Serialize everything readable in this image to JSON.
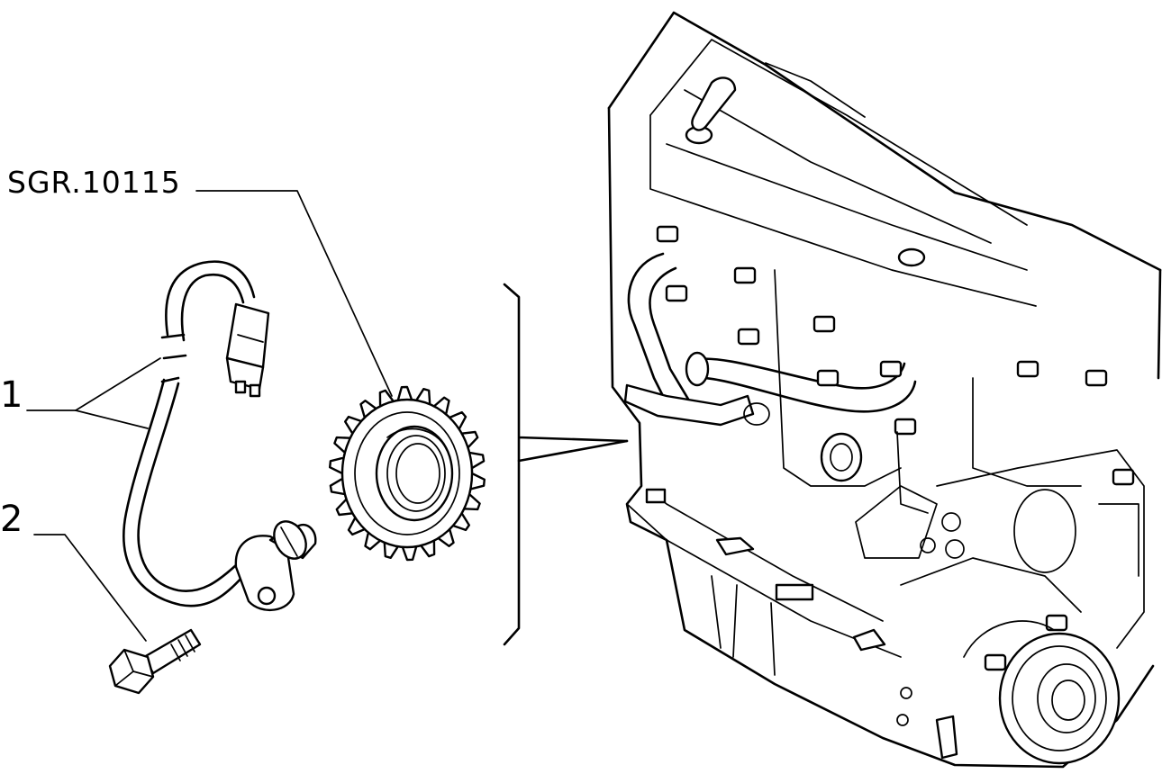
{
  "figure": {
    "reference_code": "SGR.10115",
    "callouts": [
      {
        "number": "1"
      },
      {
        "number": "2"
      }
    ]
  },
  "colors": {
    "ink": "#000000",
    "paper": "#ffffff"
  }
}
